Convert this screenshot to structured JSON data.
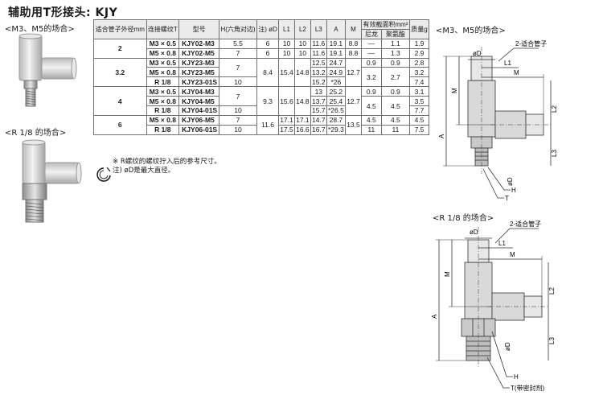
{
  "title": "辅助用T形接头: KJY",
  "captions": {
    "m3m5_left": "<M3、M5的场合>",
    "r18_left": "<R 1/8 的场合>",
    "m3m5_drawing": "<M3、M5的场合>",
    "r18_drawing": "<R 1/8 的场合>"
  },
  "table": {
    "headers": {
      "tube_size": "适合管子外径mm",
      "thread": "连接螺纹T",
      "model": "型号",
      "h": "H(六角对边)",
      "od": "注) øD",
      "l1": "L1",
      "l2": "L2",
      "l3": "L3",
      "a": "A",
      "m": "M",
      "area": "有效截面积mm²",
      "nylon": "尼龙",
      "urethane": "聚氨酯",
      "weight": "质量g"
    },
    "groups": [
      {
        "size": "2",
        "rows": [
          {
            "thread": "M3 × 0.5",
            "model": "KJY02-M3",
            "h": "5.5",
            "od": "6",
            "l1": "10",
            "l2": "10",
            "l3": "11.6",
            "a": "19.1",
            "m": "8.8",
            "nylon": "—",
            "urethane": "1.1",
            "weight": "1.9"
          },
          {
            "thread": "M5 × 0.8",
            "model": "KJY02-M5",
            "h": "7",
            "od": "6",
            "l1": "10",
            "l2": "10",
            "l3": "11.6",
            "a": "19.1",
            "m": "8.8",
            "nylon": "—",
            "urethane": "1.3",
            "weight": "2.9"
          }
        ]
      },
      {
        "size": "3.2",
        "rows": [
          {
            "thread": "M3 × 0.5",
            "model": "KJY23-M3",
            "l3": "12.5",
            "a": "24.7",
            "nylon": "0.9",
            "urethane": "0.9",
            "weight": "2.8"
          },
          {
            "thread": "M5 × 0.8",
            "model": "KJY23-M5",
            "l3": "13.2",
            "a": "24.9",
            "weight": "3.2"
          },
          {
            "thread": "R 1/8",
            "model": "KJY23-01S",
            "h": "10",
            "l3": "15.2",
            "a": "*26",
            "weight": "7.4"
          }
        ],
        "h_merged": "7",
        "od": "8.4",
        "l1": "15.4",
        "l2": "14.8",
        "m": "12.7",
        "nylon_lower": "3.2",
        "urethane_lower": "2.7"
      },
      {
        "size": "4",
        "rows": [
          {
            "thread": "M3 × 0.5",
            "model": "KJY04-M3",
            "l3": "13",
            "a": "25.2",
            "nylon": "0.9",
            "urethane": "0.9",
            "weight": "3.1"
          },
          {
            "thread": "M5 × 0.8",
            "model": "KJY04-M5",
            "l3": "13.7",
            "a": "25.4",
            "weight": "3.5"
          },
          {
            "thread": "R 1/8",
            "model": "KJY04-01S",
            "h": "10",
            "l3": "15.7",
            "a": "*26.5",
            "weight": "7.7"
          }
        ],
        "h_merged": "7",
        "od": "9.3",
        "l1": "15.6",
        "l2": "14.8",
        "m": "12.7",
        "nylon_lower": "4.5",
        "urethane_lower": "4.5"
      },
      {
        "size": "6",
        "rows": [
          {
            "thread": "M5 × 0.8",
            "model": "KJY06-M5",
            "h": "7",
            "l1": "17.1",
            "l2": "17.1",
            "l3": "14.7",
            "a": "28.7",
            "nylon": "4.5",
            "urethane": "4.5",
            "weight": "4.5"
          },
          {
            "thread": "R 1/8",
            "model": "KJY06-01S",
            "h": "10",
            "l1": "17.5",
            "l2": "16.6",
            "l3": "16.7",
            "a": "*29.3",
            "nylon": "11",
            "urethane": "11",
            "weight": "7.5"
          }
        ],
        "od": "11.6",
        "m": "13.5"
      }
    ]
  },
  "notes": [
    "※ R螺纹的螺纹拧入后的参考尺寸。",
    "注) øD是最大直径。"
  ],
  "drawing_labels": {
    "od": "øD",
    "tube": "2-适合管子",
    "l1": "L1",
    "l2": "L2",
    "l3": "L3",
    "m": "M",
    "a": "A",
    "h": "H",
    "t": "T",
    "t_seal": "T(带密封剂)"
  },
  "colors": {
    "body": "#d9d9d9",
    "line": "#333333",
    "header_bg": "#ebebeb"
  }
}
